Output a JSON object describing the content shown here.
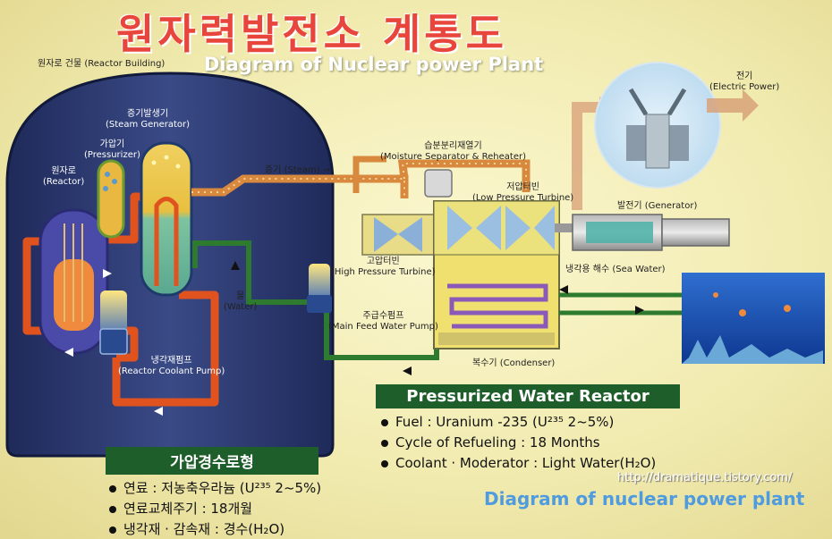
{
  "title_ko": "원자력발전소 계통도",
  "title_en": "Diagram of Nuclear power Plant",
  "labels": {
    "reactor_building": "원자로 건물 (Reactor Building)",
    "steam_generator_ko": "증기발생기",
    "steam_generator_en": "(Steam Generator)",
    "pressurizer_ko": "가압기",
    "pressurizer_en": "(Pressurizer)",
    "reactor_ko": "원자로",
    "reactor_en": "(Reactor)",
    "reactor_coolant_pump_ko": "냉각재펌프",
    "reactor_coolant_pump_en": "(Reactor Coolant Pump)",
    "steam": "증기 (Steam) →",
    "water_ko": "물",
    "water_en": "(Water)",
    "moisture_separator_ko": "습분분리재열기",
    "moisture_separator_en": "(Moisture Separator & Reheater)",
    "low_pressure_turbine_ko": "저압터빈",
    "low_pressure_turbine_en": "(Low Pressure Turbine)",
    "high_pressure_turbine_ko": "고압터빈",
    "high_pressure_turbine_en": "(High Pressure Turbine)",
    "main_feed_pump_ko": "주급수펌프",
    "main_feed_pump_en": "(Main Feed Water Pump)",
    "condenser": "복수기 (Condenser)",
    "generator": "발전기 (Generator)",
    "electric_power_ko": "전기",
    "electric_power_en": "(Electric Power)",
    "sea_water": "냉각용 해수 (Sea Water)"
  },
  "pwr_box": {
    "title": "Pressurized Water Reactor",
    "items": [
      "Fuel : Uranium -235 (U²³⁵ 2~5%)",
      "Cycle of Refueling : 18 Months",
      "Coolant · Moderator : Light Water(H₂O)"
    ]
  },
  "ko_box": {
    "title": "가압경수로형",
    "items": [
      "연료 : 저농축우라늄 (U²³⁵ 2~5%)",
      "연료교체주기 : 18개월",
      "냉각재 · 감속재 : 경수(H₂O)"
    ]
  },
  "url": "http://dramatique.tistory.com/",
  "caption": "Diagram of nuclear power plant",
  "colors": {
    "title_red": "#e8453d",
    "box_green": "#1e5e2a",
    "caption_blue": "#4f9be0",
    "steam_orange": "#d9893e",
    "primary_loop": "#e0531f",
    "water_green": "#2e7a2e"
  }
}
